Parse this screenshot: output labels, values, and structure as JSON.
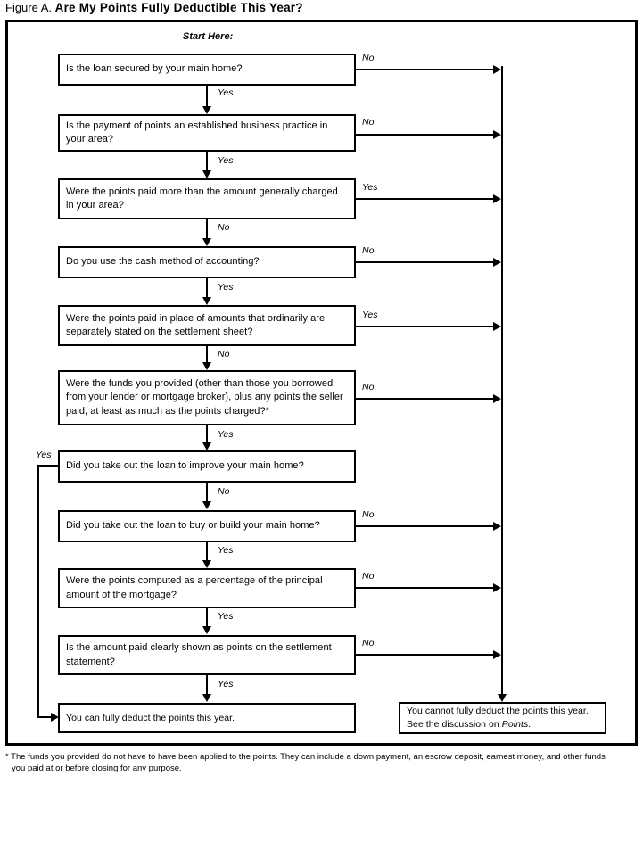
{
  "title": {
    "label": "Figure A.",
    "name": "Are My Points Fully Deductible This Year?"
  },
  "start_marker": "Start Here:",
  "colors": {
    "line": "#000000",
    "background": "#ffffff",
    "text": "#000000"
  },
  "nodes": [
    {
      "id": "q1",
      "text": "Is the loan secured by your main home?"
    },
    {
      "id": "q2",
      "text": "Is the payment of points an established business practice in your area?"
    },
    {
      "id": "q3",
      "text": "Were the points paid more than the amount generally charged in your area?"
    },
    {
      "id": "q4",
      "text": "Do you use the cash method of accounting?"
    },
    {
      "id": "q5",
      "text": "Were the points paid in place of amounts that ordinarily are separately stated on the settlement sheet?"
    },
    {
      "id": "q6",
      "text": "Were the funds you provided (other than those you borrowed from your lender or mortgage broker), plus any points the seller paid, at least as much as the points charged?*"
    },
    {
      "id": "q7",
      "text": "Did you take out the loan to improve your main home?"
    },
    {
      "id": "q8",
      "text": "Did you take out the loan to buy or build your main home?"
    },
    {
      "id": "q9",
      "text": "Were the points computed as a percentage of the principal amount of the mortgage?"
    },
    {
      "id": "q10",
      "text": "Is the amount paid clearly shown as points on the settlement statement?"
    },
    {
      "id": "yes_outcome",
      "text": "You can fully deduct the points this year."
    },
    {
      "id": "no_outcome_part1",
      "text": "You cannot fully deduct the points this year. See the discussion on ",
      "italic_term": "Points",
      "tail": "."
    }
  ],
  "edge_labels": {
    "q1_down": "Yes",
    "q1_right": "No",
    "q2_down": "Yes",
    "q2_right": "No",
    "q3_down": "No",
    "q3_right": "Yes",
    "q4_down": "Yes",
    "q4_right": "No",
    "q5_down": "No",
    "q5_right": "Yes",
    "q6_down": "Yes",
    "q6_right": "No",
    "q7_down": "No",
    "q7_left": "Yes",
    "q8_down": "Yes",
    "q8_right": "No",
    "q9_down": "Yes",
    "q9_right": "No",
    "q10_down": "Yes",
    "q10_right": "No"
  },
  "footnote": {
    "line1": "* The funds you provided do not have to have been applied to the points. They can include a down payment, an escrow deposit, earnest money, and other funds",
    "line2": "you paid at or before closing for any purpose."
  }
}
